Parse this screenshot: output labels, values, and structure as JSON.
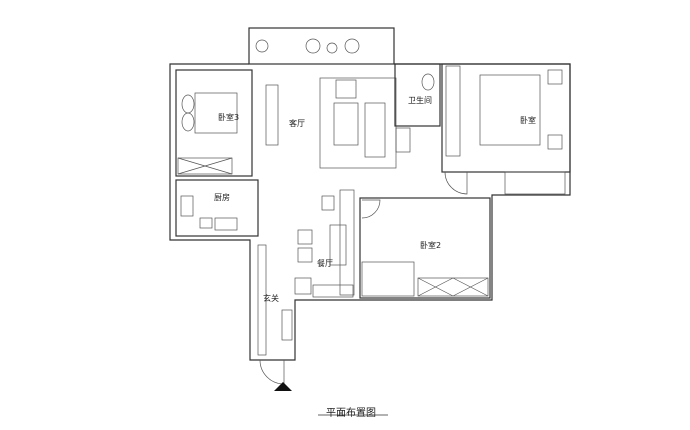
{
  "title": "平面布置图",
  "rooms": {
    "living_room": "客厅",
    "bedroom3": "卧室3",
    "bathroom": "卫生间",
    "master_bedroom": "卧室",
    "kitchen": "厨房",
    "dining_room": "餐厅",
    "bedroom2": "卧室2",
    "entrance": "玄关"
  },
  "colors": {
    "line": "#333333",
    "background": "#ffffff"
  }
}
